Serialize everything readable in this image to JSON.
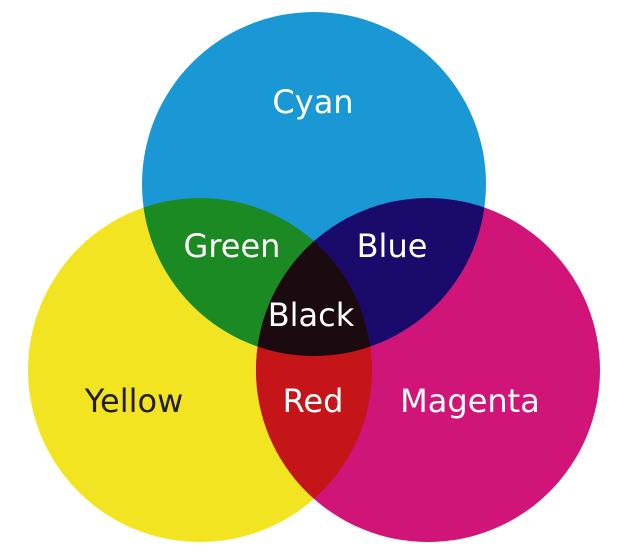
{
  "circles": {
    "cyan": {
      "label": "Cyan",
      "color": "#1A97D5"
    },
    "yellow": {
      "label": "Yellow",
      "color": "#F2E420"
    },
    "magenta": {
      "label": "Magenta",
      "color": "#D11478"
    }
  },
  "overlaps": {
    "cyan_yellow": {
      "label": "Green",
      "color": "#1C8A22"
    },
    "cyan_magenta": {
      "label": "Blue",
      "color": "#1A0A6C"
    },
    "yellow_magenta": {
      "label": "Red",
      "color": "#C51518"
    },
    "all": {
      "label": "Black",
      "color": "#1B0A0F"
    }
  },
  "label_colors": {
    "light": "#FFFFFF",
    "dark": "#231F20"
  }
}
